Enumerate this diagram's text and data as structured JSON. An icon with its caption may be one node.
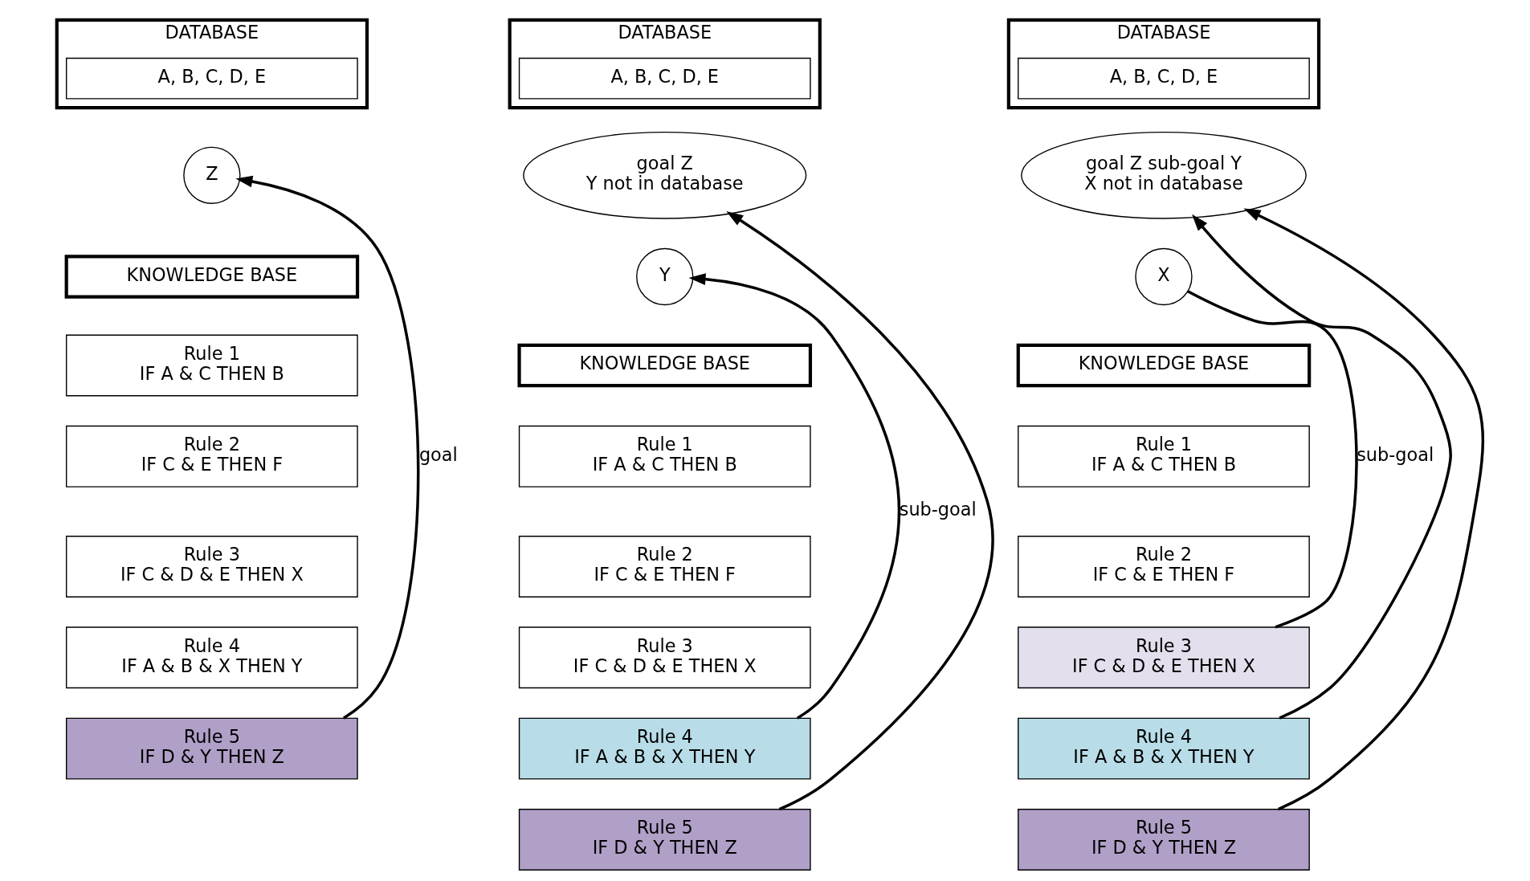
{
  "diagram": {
    "nodes": [
      {
        "text": [
          "DATABASE"
        ]
      },
      {
        "text": [
          "A, B, C, D, E"
        ],
        "in": 0
      },
      {
        "text": [
          "Z"
        ]
      },
      {
        "text": [
          "KNOWLEDGE BASE"
        ]
      },
      {
        "text": [
          "Rule 1",
          "IF A & C THEN B"
        ]
      },
      {
        "text": [
          "Rule 2",
          "IF C & E THEN F"
        ]
      },
      {
        "text": [
          "Rule 3",
          "IF C & D & E THEN X"
        ]
      },
      {
        "text": [
          "Rule 4",
          "IF A & B & X THEN Y"
        ]
      },
      {
        "text": [
          "Rule 5",
          "IF D & Y THEN Z"
        ]
      },
      {
        "text": [
          "DATABASE"
        ]
      },
      {
        "text": [
          "A, B, C, D, E"
        ],
        "in": 9
      },
      {
        "text": [
          "goal Z",
          "Y not in database"
        ]
      },
      {
        "text": [
          "Y"
        ]
      },
      {
        "text": [
          "KNOWLEDGE BASE"
        ]
      },
      {
        "text": [
          "Rule 1",
          "IF A & C THEN B"
        ]
      },
      {
        "text": [
          "Rule 2",
          "IF C & E THEN F"
        ]
      },
      {
        "text": [
          "Rule 3",
          "IF C & D & E THEN X"
        ]
      },
      {
        "text": [
          "Rule 4",
          "IF A & B & X THEN Y"
        ]
      },
      {
        "text": [
          "Rule 5",
          "IF D & Y THEN Z"
        ]
      },
      {
        "text": [
          "DATABASE"
        ]
      },
      {
        "text": [
          "A, B, C, D, E"
        ],
        "in": 19
      },
      {
        "text": [
          "goal Z sub-goal Y",
          "X not in database"
        ]
      },
      {
        "text": [
          "X"
        ]
      },
      {
        "text": [
          "KNOWLEDGE BASE"
        ]
      },
      {
        "text": [
          "Rule 1",
          "IF A & C THEN B"
        ]
      },
      {
        "text": [
          "Rule 2",
          "IF C & E THEN F"
        ]
      },
      {
        "text": [
          "Rule 3",
          "IF C & D & E THEN X"
        ]
      },
      {
        "text": [
          "Rule 4",
          "IF A & B & X THEN Y"
        ]
      },
      {
        "text": [
          "Rule 5",
          "IF D & Y THEN Z"
        ]
      }
    ],
    "edges": [
      {
        "from": 8,
        "to": 2,
        "arrow": "to",
        "label": "goal"
      },
      {
        "from": 18,
        "to": 11,
        "arrow": "to"
      },
      {
        "from": 17,
        "to": 12,
        "arrow": "to",
        "label": "sub-goal"
      },
      {
        "from": 27,
        "to": 21,
        "arrow": "to"
      },
      {
        "from": 28,
        "to": 21,
        "arrow": "to"
      },
      {
        "from": 26,
        "to": 22,
        "arrow": "none",
        "label": "sub-goal"
      }
    ]
  }
}
